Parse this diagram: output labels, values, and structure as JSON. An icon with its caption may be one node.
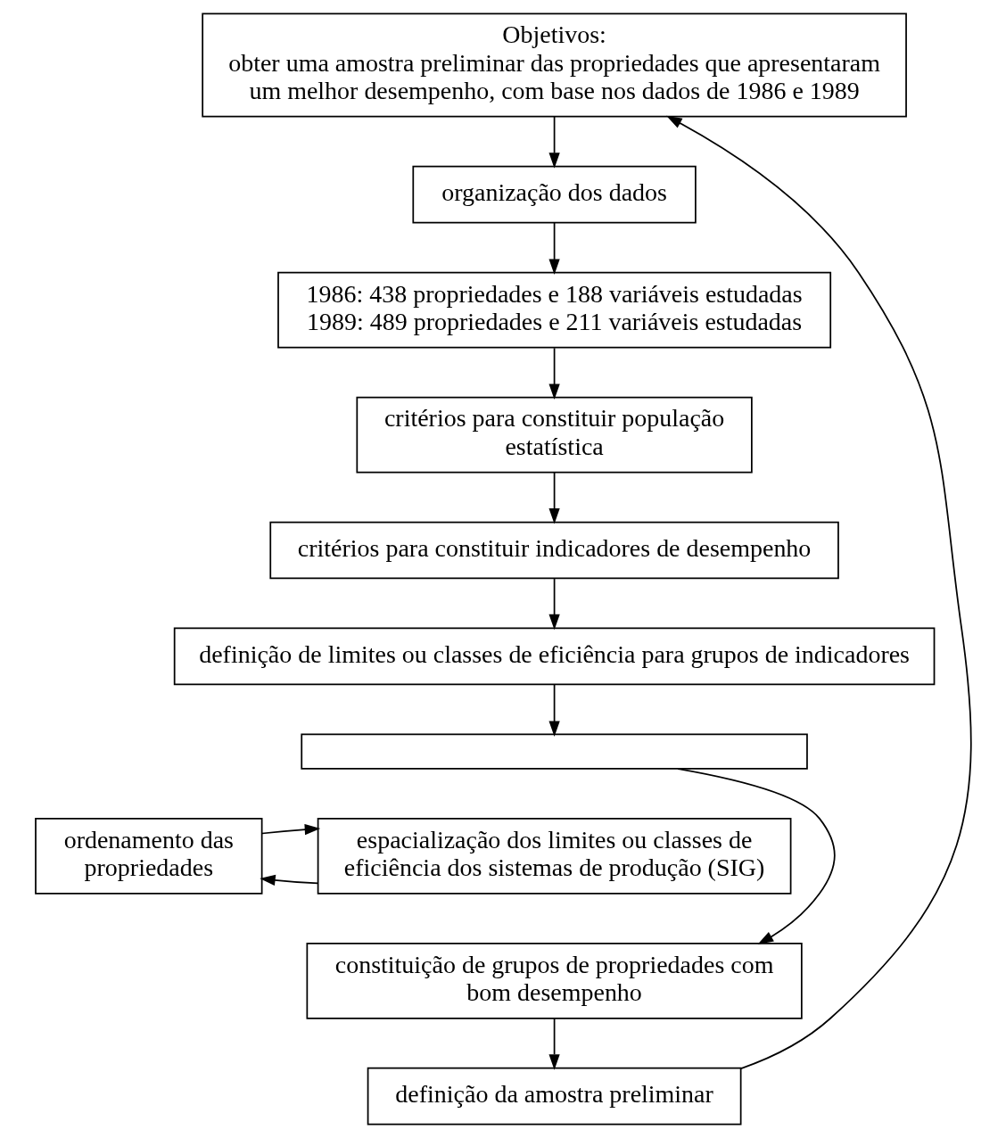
{
  "diagram": {
    "nodes": [
      {
        "text": [
          "Objetivos:",
          "obter uma amostra preliminar das propriedades que apresentaram um melhor desempenho, com base nos dados de 1986 e 1989"
        ]
      },
      {
        "text": [
          "organização dos dados"
        ]
      },
      {
        "text": [
          "1986: 438 propriedades e 188 variáveis estudadas",
          "1989: 489 propriedades e 211 variáveis estudadas"
        ]
      },
      {
        "text": [
          "critérios para constituir população estatística"
        ]
      },
      {
        "text": [
          "critérios para constituir indicadores de desempenho"
        ]
      },
      {
        "text": [
          "definição de limites ou classes de eficiência para grupos de indicadores"
        ]
      },
      {
        "text": [],
        "shape": "box"
      },
      {
        "text": [
          "ordenamento das propriedades"
        ]
      },
      {
        "text": [
          "espacialização dos limites ou classes de eficiência dos sistemas de produção (SIG)"
        ]
      },
      {
        "text": [
          "constituição de grupos de propriedades com bom desempenho"
        ]
      },
      {
        "text": [
          "definição da amostra preliminar"
        ]
      }
    ],
    "edges": [
      {
        "from": 0,
        "to": 1,
        "arrow": "to"
      },
      {
        "from": 1,
        "to": 2,
        "arrow": "to"
      },
      {
        "from": 2,
        "to": 3,
        "arrow": "to"
      },
      {
        "from": 3,
        "to": 4,
        "arrow": "to"
      },
      {
        "from": 4,
        "to": 5,
        "arrow": "to"
      },
      {
        "from": 5,
        "to": 6,
        "arrow": "to"
      },
      {
        "from": 8,
        "to": 7,
        "arrow": "to"
      },
      {
        "from": 7,
        "to": 8,
        "arrow": "to"
      },
      {
        "from": 6,
        "to": 9,
        "arrow": "to"
      },
      {
        "from": 9,
        "to": 10,
        "arrow": "to"
      },
      {
        "from": 10,
        "to": 0,
        "arrow": "to"
      }
    ]
  }
}
